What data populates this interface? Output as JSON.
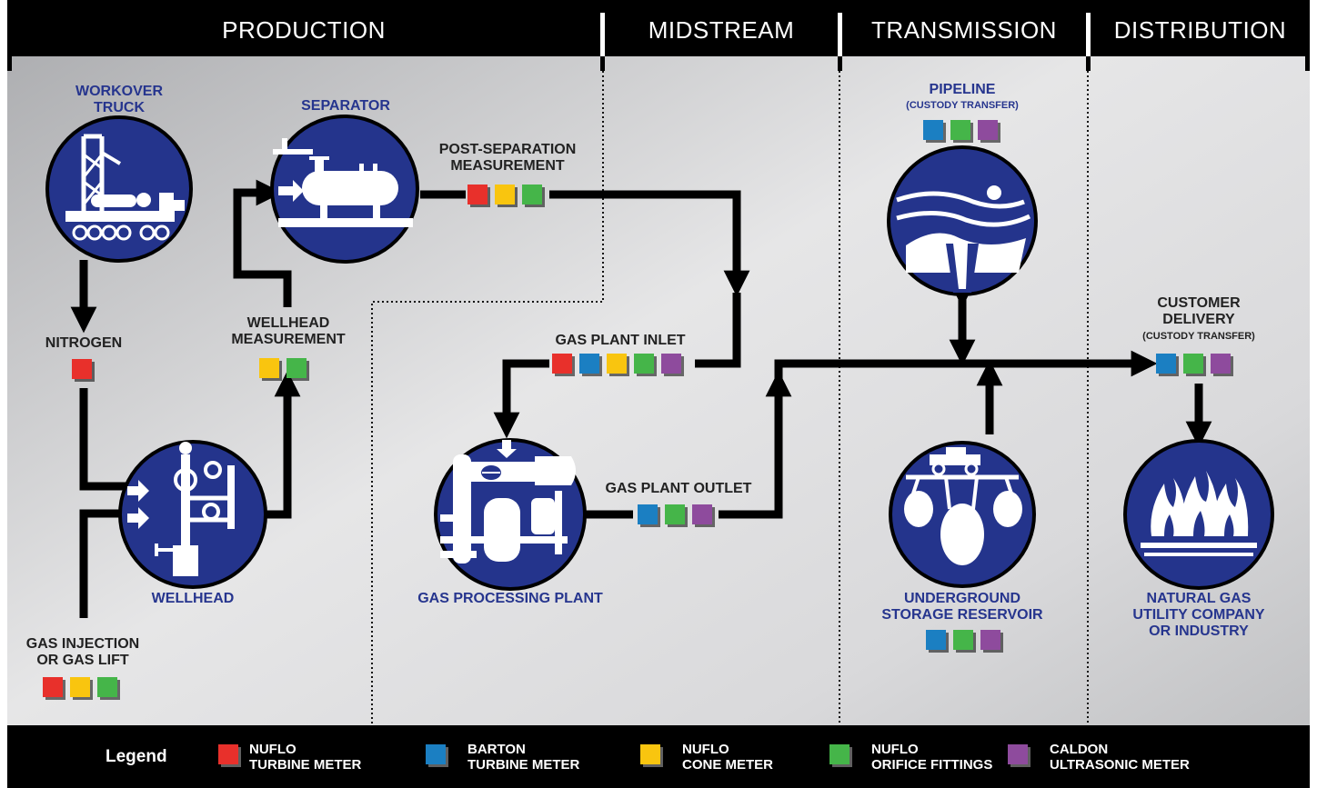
{
  "sections": [
    "PRODUCTION",
    "MIDSTREAM",
    "TRANSMISSION",
    "DISTRIBUTION"
  ],
  "colors": {
    "red": "#e8302b",
    "blue": "#1b7fc2",
    "yellow": "#f9c50f",
    "green": "#45b549",
    "purple": "#8e4b9d",
    "circle": "#24348c",
    "label_blue": "#26358e",
    "header": "#000000"
  },
  "nodes": {
    "workover_truck": {
      "label": [
        "WORKOVER",
        "TRUCK"
      ],
      "icon": "workover-truck-icon"
    },
    "separator": {
      "label": "SEPARATOR",
      "icon": "separator-icon"
    },
    "post_separation": {
      "label": [
        "POST-SEPARATION",
        "MEASUREMENT"
      ],
      "meters": [
        "red",
        "yellow",
        "green"
      ]
    },
    "nitrogen": {
      "label": "NITROGEN",
      "meters": [
        "red"
      ]
    },
    "wellhead_measurement": {
      "label": [
        "WELLHEAD",
        "MEASUREMENT"
      ],
      "meters": [
        "yellow",
        "green"
      ]
    },
    "wellhead": {
      "label": "WELLHEAD",
      "icon": "wellhead-icon"
    },
    "gas_injection": {
      "label": [
        "GAS INJECTION",
        "OR GAS LIFT"
      ],
      "meters": [
        "red",
        "yellow",
        "green"
      ]
    },
    "gas_plant_inlet": {
      "label": "GAS PLANT INLET",
      "meters": [
        "red",
        "blue",
        "yellow",
        "green",
        "purple"
      ]
    },
    "gas_processing_plant": {
      "label": "GAS PROCESSING PLANT",
      "icon": "gas-plant-icon"
    },
    "gas_plant_outlet": {
      "label": "GAS PLANT OUTLET",
      "meters": [
        "blue",
        "green",
        "purple"
      ]
    },
    "pipeline": {
      "label": "PIPELINE",
      "sublabel": "(CUSTODY TRANSFER)",
      "meters": [
        "blue",
        "green",
        "purple"
      ],
      "icon": "pipeline-landscape-icon"
    },
    "storage": {
      "label": [
        "UNDERGROUND",
        "STORAGE RESERVOIR"
      ],
      "meters": [
        "blue",
        "green",
        "purple"
      ],
      "icon": "storage-reservoir-icon"
    },
    "customer_delivery": {
      "label": [
        "CUSTOMER",
        "DELIVERY"
      ],
      "sublabel": "(CUSTODY TRANSFER)",
      "meters": [
        "blue",
        "green",
        "purple"
      ]
    },
    "utility": {
      "label": [
        "NATURAL GAS",
        "UTILITY COMPANY",
        "OR INDUSTRY"
      ],
      "icon": "gas-flame-icon"
    }
  },
  "legend": {
    "title": "Legend",
    "items": [
      {
        "color": "red",
        "line1": "NUFLO",
        "line2": "TURBINE METER"
      },
      {
        "color": "blue",
        "line1": "BARTON",
        "line2": "TURBINE METER"
      },
      {
        "color": "yellow",
        "line1": "NUFLO",
        "line2": "CONE METER"
      },
      {
        "color": "green",
        "line1": "NUFLO",
        "line2": "ORIFICE FITTINGS"
      },
      {
        "color": "purple",
        "line1": "CALDON",
        "line2": "ULTRASONIC METER"
      }
    ]
  }
}
